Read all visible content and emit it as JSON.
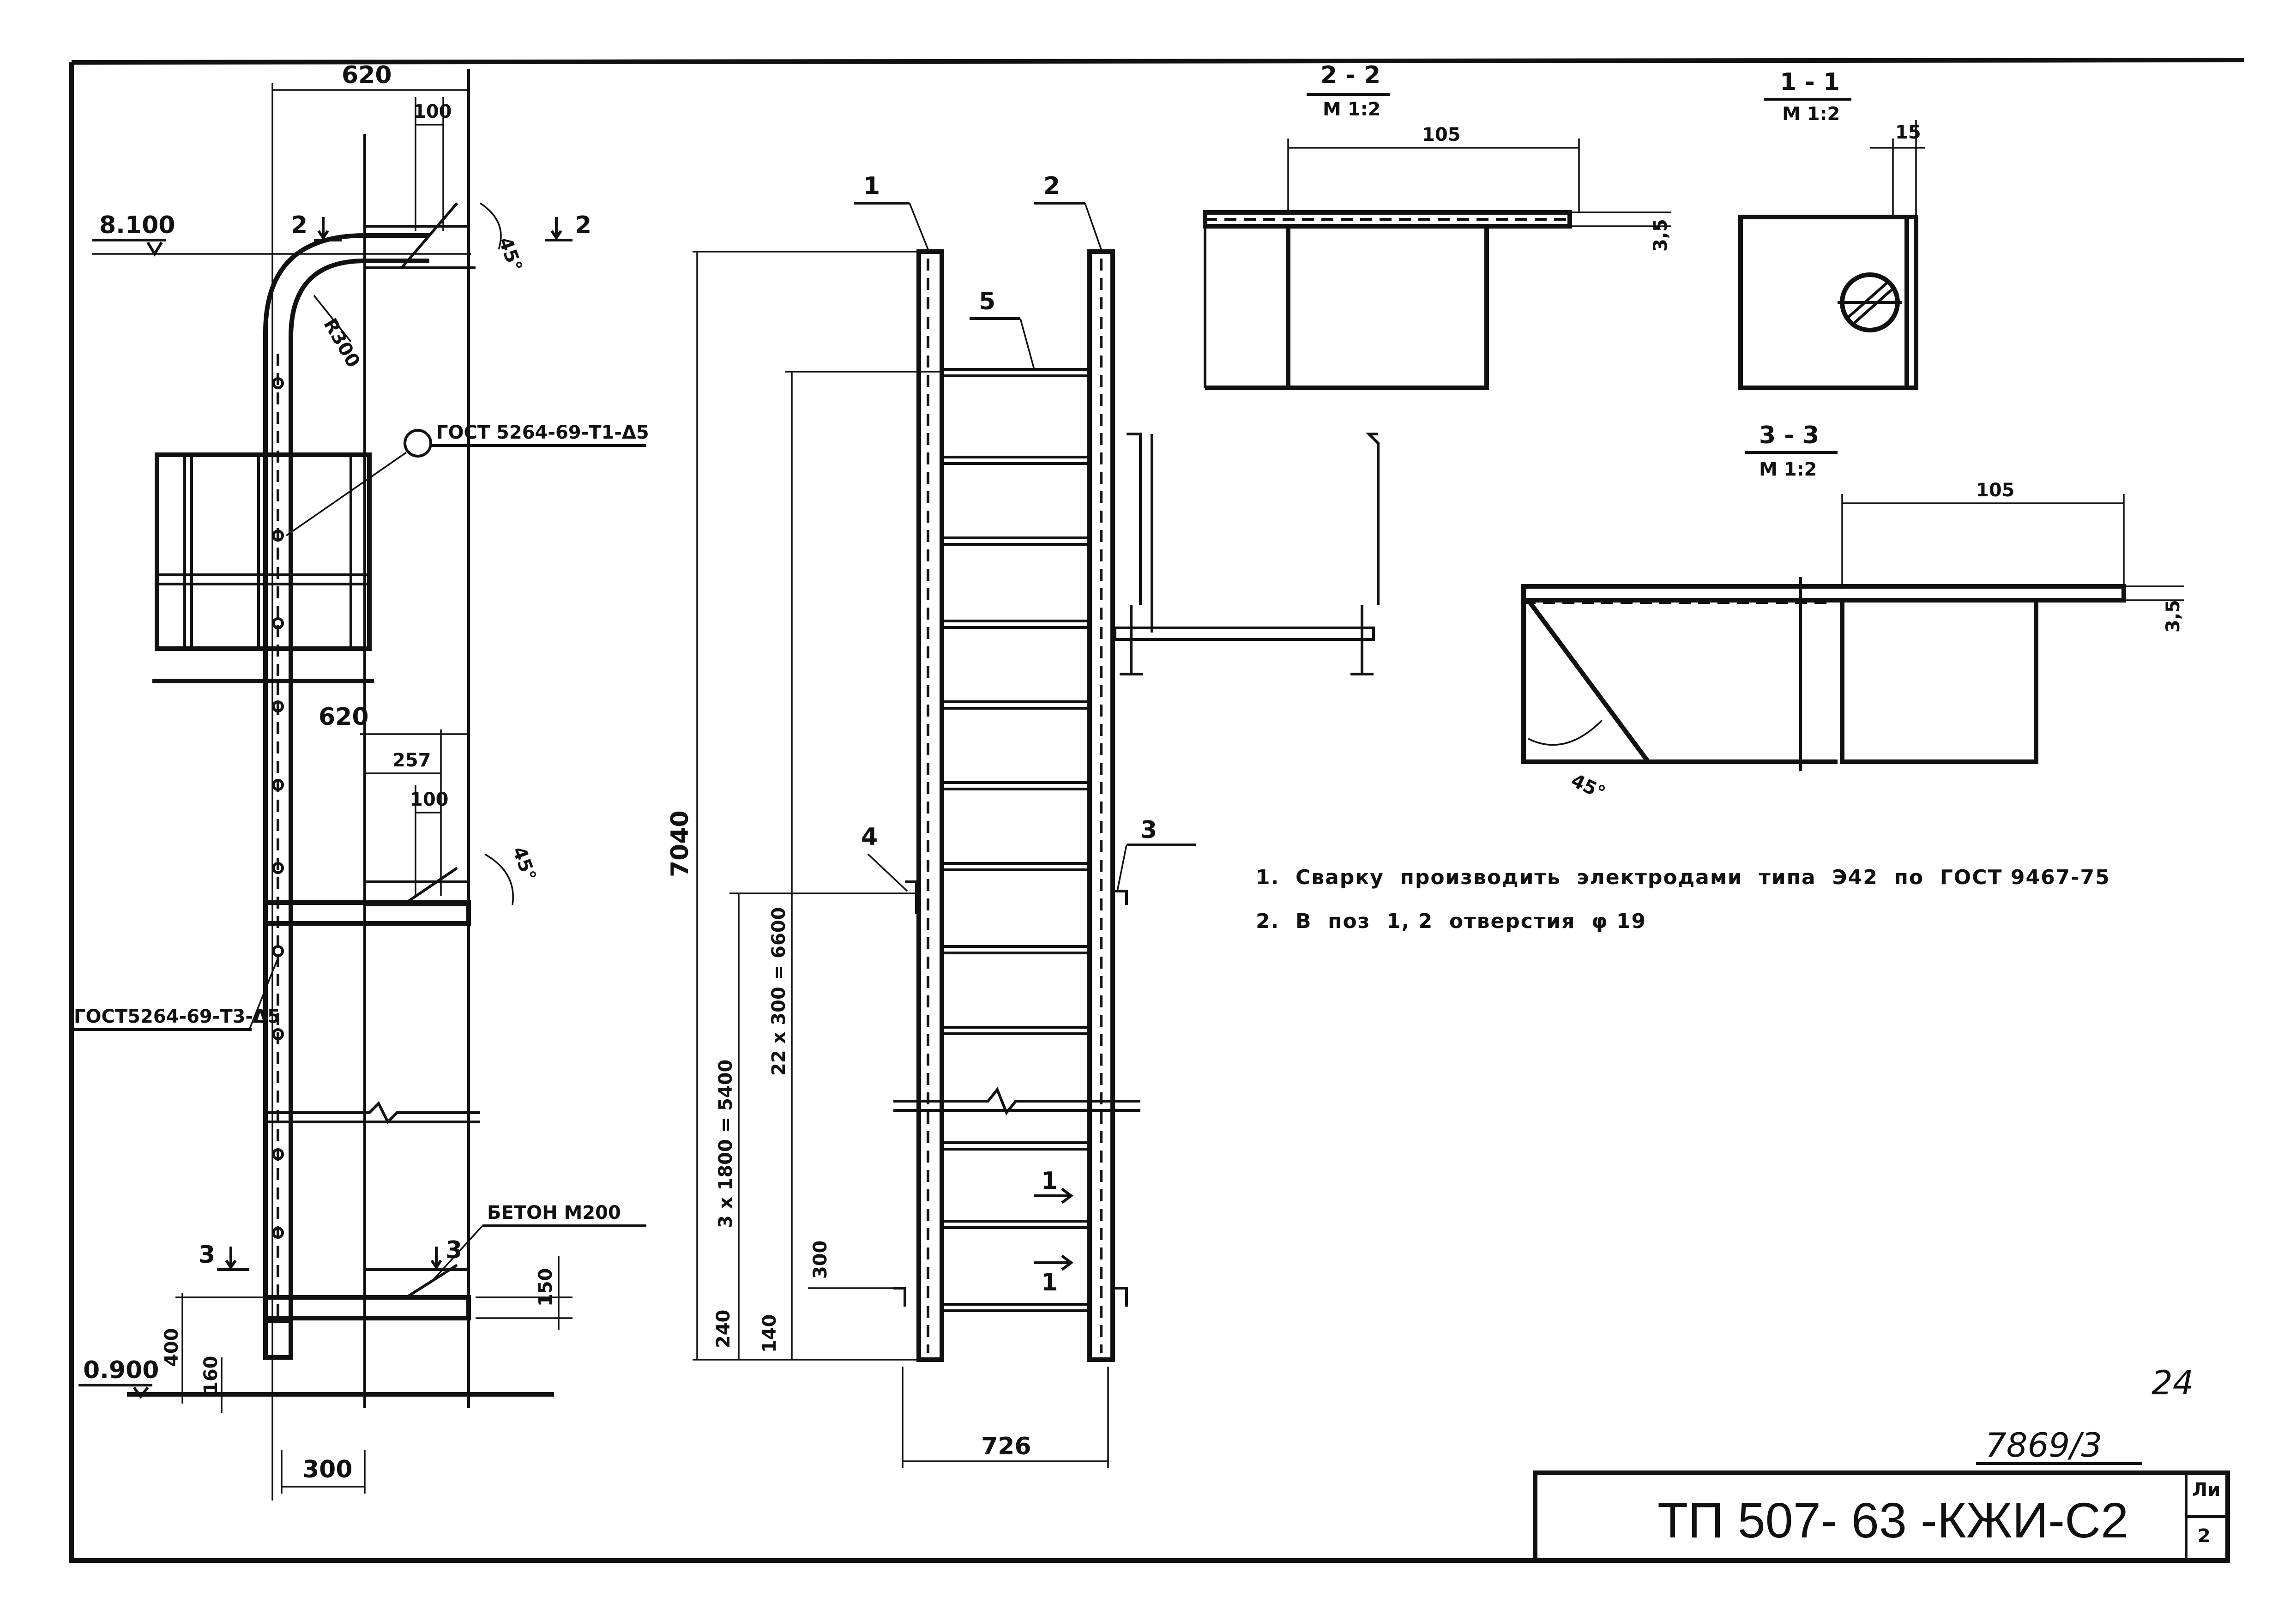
{
  "left_view": {
    "dim_top_width": "620",
    "dim_top_offset": "100",
    "angle_top": "45°",
    "section_mark_2_left": "2",
    "section_mark_2_right": "2",
    "elevation_top": "8.100",
    "bend_radius": "R300",
    "weld_label_top": "ГОСТ 5264-69-Т1-Δ5",
    "weld_label_mid": "ГОСТ5264-69-Т3-Δ5",
    "dim_mid_width": "620",
    "dim_mid_257": "257",
    "dim_mid_100": "100",
    "angle_mid": "45°",
    "concrete_label": "БЕТОН М200",
    "section_mark_3_left": "3",
    "section_mark_3_right": "3",
    "dim_150": "150",
    "dim_400": "400",
    "dim_160": "160",
    "elevation_bottom": "0.900",
    "dim_300": "300"
  },
  "ladder_view": {
    "pos_1": "1",
    "pos_2": "2",
    "pos_3": "3",
    "pos_4": "4",
    "pos_5": "5",
    "dim_total_height": "7040",
    "dim_rungs": "22 x 300 = 6600",
    "dim_brackets": "3 x 1800 = 5400",
    "dim_300": "300",
    "dim_240": "240",
    "dim_140": "140",
    "dim_width": "726",
    "section_mark_1_upper": "1",
    "section_mark_1_lower": "1"
  },
  "section_2_2": {
    "title": "2 - 2",
    "scale": "М 1:2",
    "dim_105": "105",
    "dim_3_5": "3,5"
  },
  "section_1_1": {
    "title": "1 - 1",
    "scale": "М 1:2",
    "dim_15": "15"
  },
  "section_3_3": {
    "title": "3 - 3",
    "scale": "М 1:2",
    "dim_105": "105",
    "dim_3_5": "3,5",
    "angle": "45°"
  },
  "notes": [
    "1.  Сварку  производить  электродами  типа  Э42  по  ГОСТ 9467-75",
    "2.  В  поз  1, 2  отверстия  φ 19"
  ],
  "title_block": {
    "sheet_number": "24",
    "inventory_number": "7869/3",
    "designation": "ТП 507- 63 -КЖИ-С2",
    "cell_top": "Ли",
    "cell_bottom": "2"
  }
}
